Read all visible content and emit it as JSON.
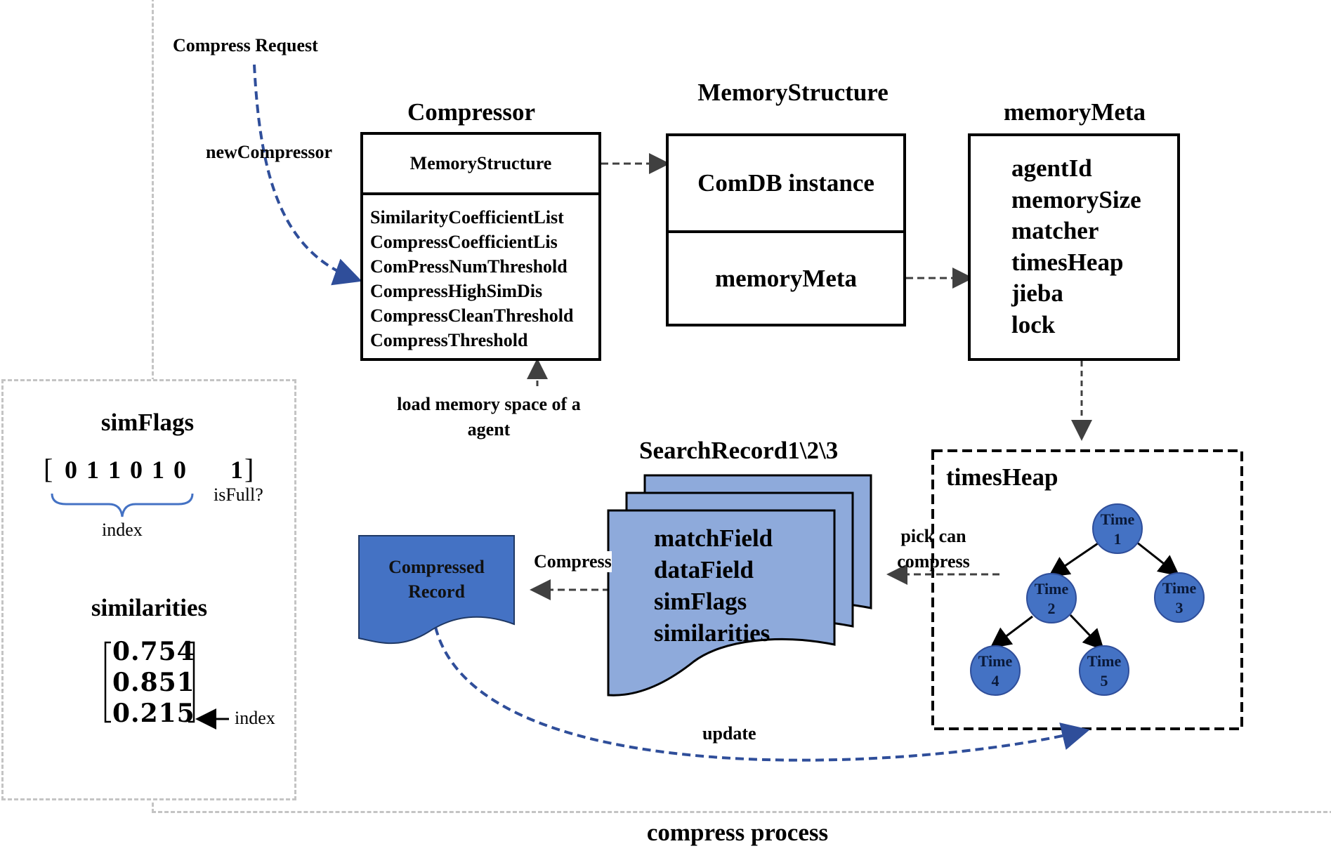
{
  "caption": "compress process",
  "compress_request": "Compress Request",
  "new_compressor": "newCompressor",
  "compressor": {
    "title": "Compressor",
    "header": "MemoryStructure",
    "fields": [
      "SimilarityCoefficientList",
      "CompressCoefficientLis",
      "ComPressNumThreshold",
      "CompressHighSimDis",
      "CompressCleanThreshold",
      "CompressThreshold"
    ]
  },
  "load_memory": {
    "line1": "load memory space of a",
    "line2": "agent"
  },
  "memory_structure": {
    "title": "MemoryStructure",
    "top": "ComDB instance",
    "bottom": "memoryMeta"
  },
  "memory_meta": {
    "title": "memoryMeta",
    "fields": [
      "agentId",
      "memorySize",
      "matcher",
      "timesHeap",
      "jieba",
      "lock"
    ]
  },
  "search_record": {
    "title": "SearchRecord1\\2\\3",
    "fields": [
      "matchField",
      "dataField",
      "simFlags",
      "similarities"
    ]
  },
  "compressed_record": {
    "line1": "Compressed",
    "line2": "Record"
  },
  "compress_label": "Compress",
  "pick_label": {
    "line1": "pick can",
    "line2": "compress"
  },
  "update_label": "update",
  "times_heap": {
    "title": "timesHeap",
    "nodes": [
      {
        "label": "Time",
        "num": "1"
      },
      {
        "label": "Time",
        "num": "2"
      },
      {
        "label": "Time",
        "num": "3"
      },
      {
        "label": "Time",
        "num": "4"
      },
      {
        "label": "Time",
        "num": "5"
      }
    ]
  },
  "sim_flags": {
    "title": "simFlags",
    "open_bracket": "[",
    "bits": "0 1 1 0 1 0",
    "last_bit": "1",
    "close_bracket": "]",
    "is_full": "isFull?",
    "index_label": "index"
  },
  "similarities": {
    "title": "similarities",
    "values": [
      "0.754",
      "0.851",
      "0.215"
    ],
    "index_label": "index"
  },
  "colors": {
    "arrow_blue": "#2f4e9a",
    "node_fill": "#4472c4",
    "record_fill": "#8eaadb",
    "compressed_fill": "#4472c4",
    "grey_border": "#c4c4c4"
  }
}
